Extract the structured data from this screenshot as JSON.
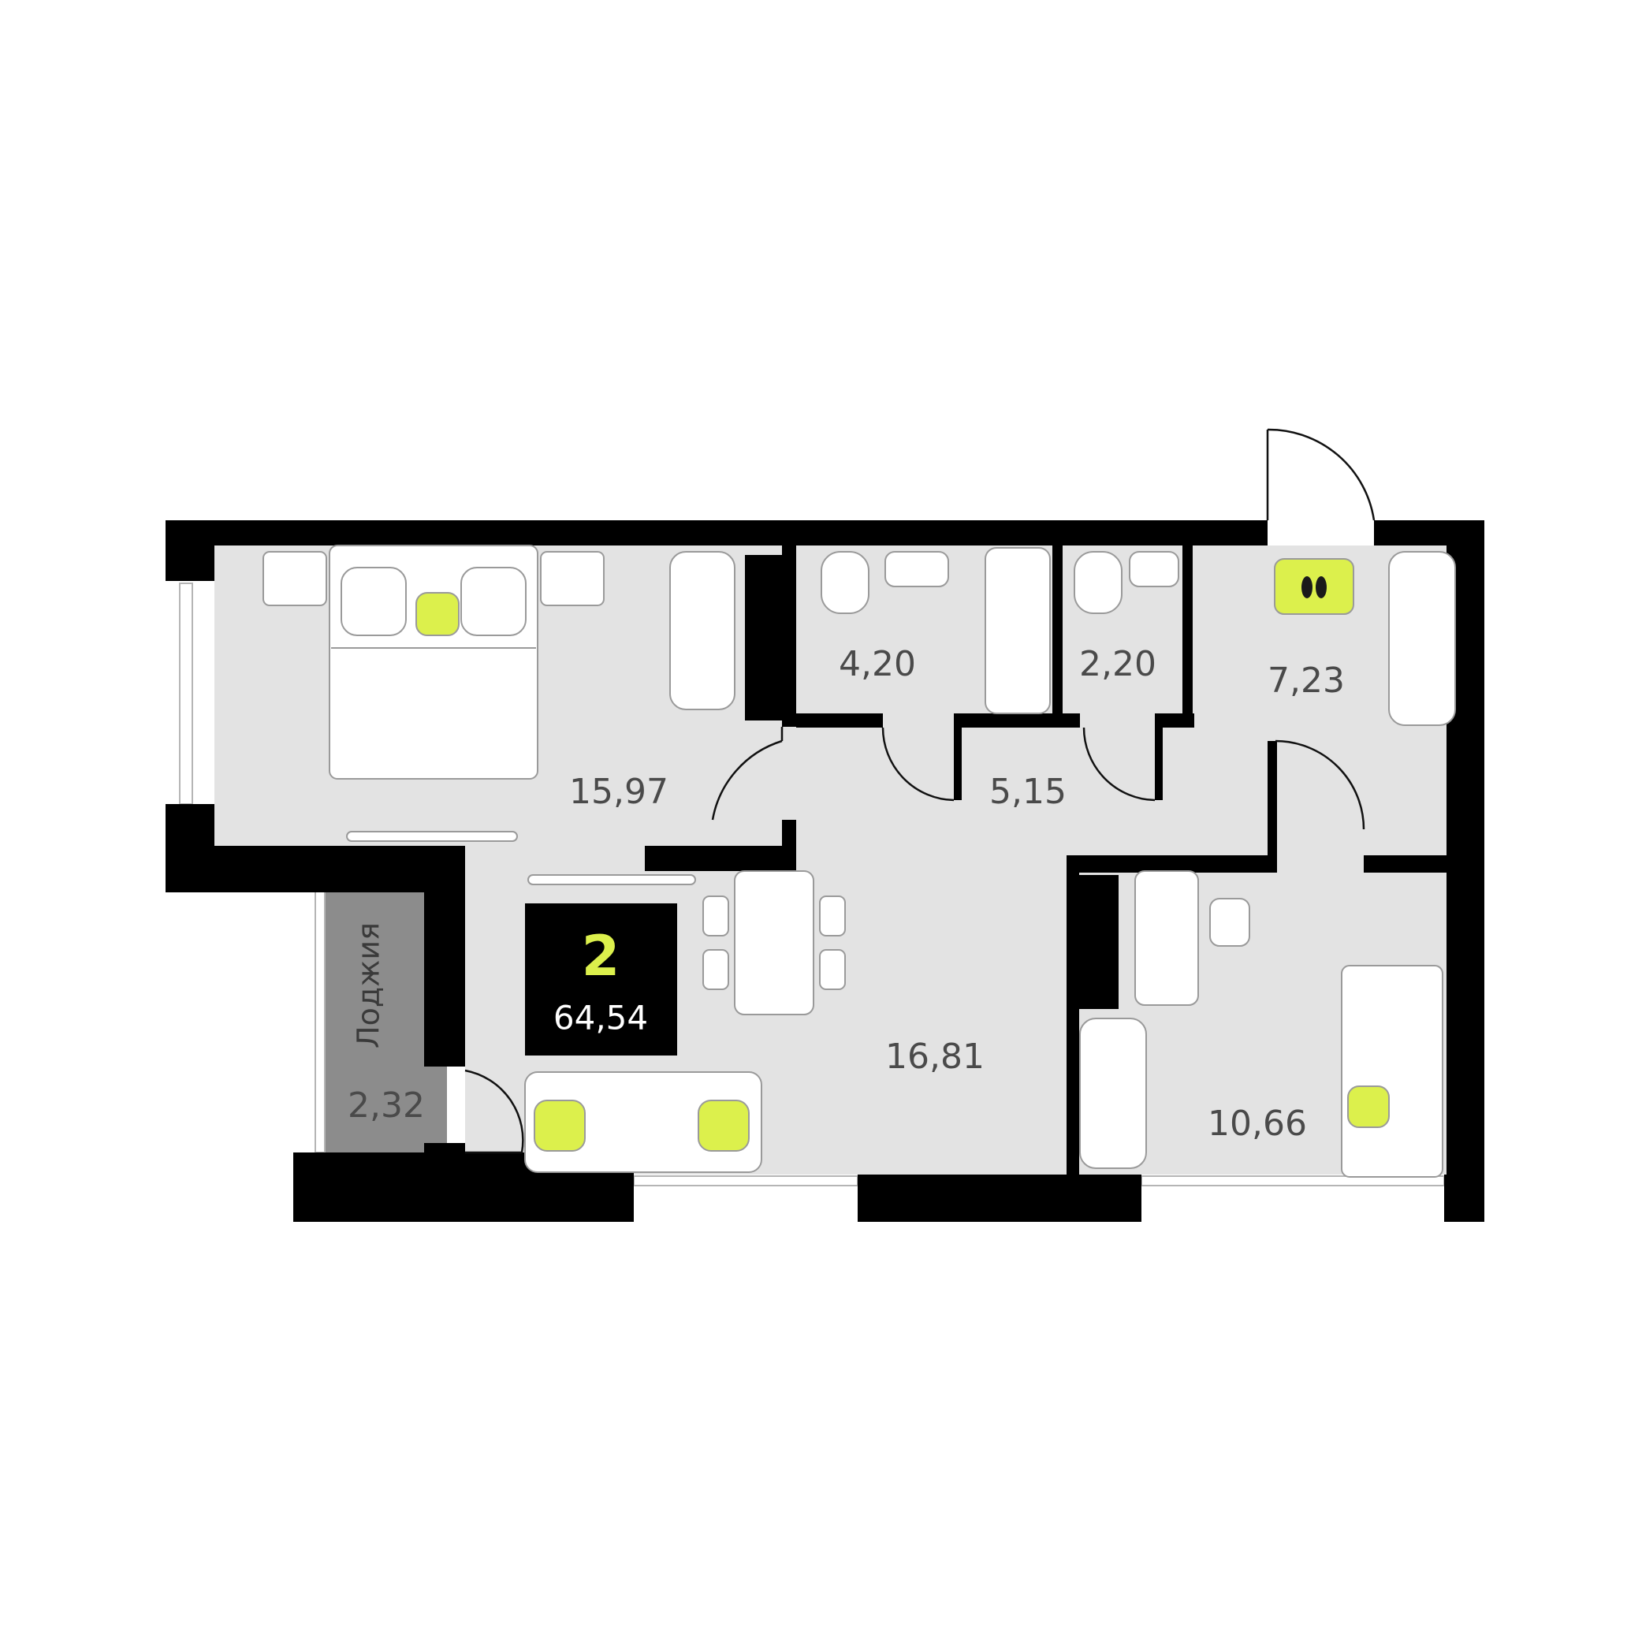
{
  "apartment": {
    "rooms_count": "2",
    "total_area": "64,54"
  },
  "rooms": {
    "bedroom": "15,97",
    "bathroom": "4,20",
    "toilet": "2,20",
    "hallway": "7,23",
    "corridor": "5,15",
    "living": "16,81",
    "children": "10,66"
  },
  "loggia": {
    "title": "Лоджия",
    "area": "2,32"
  },
  "colors": {
    "floor": "#e3e3e3",
    "wall": "#000000",
    "loggia": "#8c8c8c",
    "accent": "#dcf04c",
    "badge_bg": "#000000",
    "label": "#4a4a4a"
  }
}
